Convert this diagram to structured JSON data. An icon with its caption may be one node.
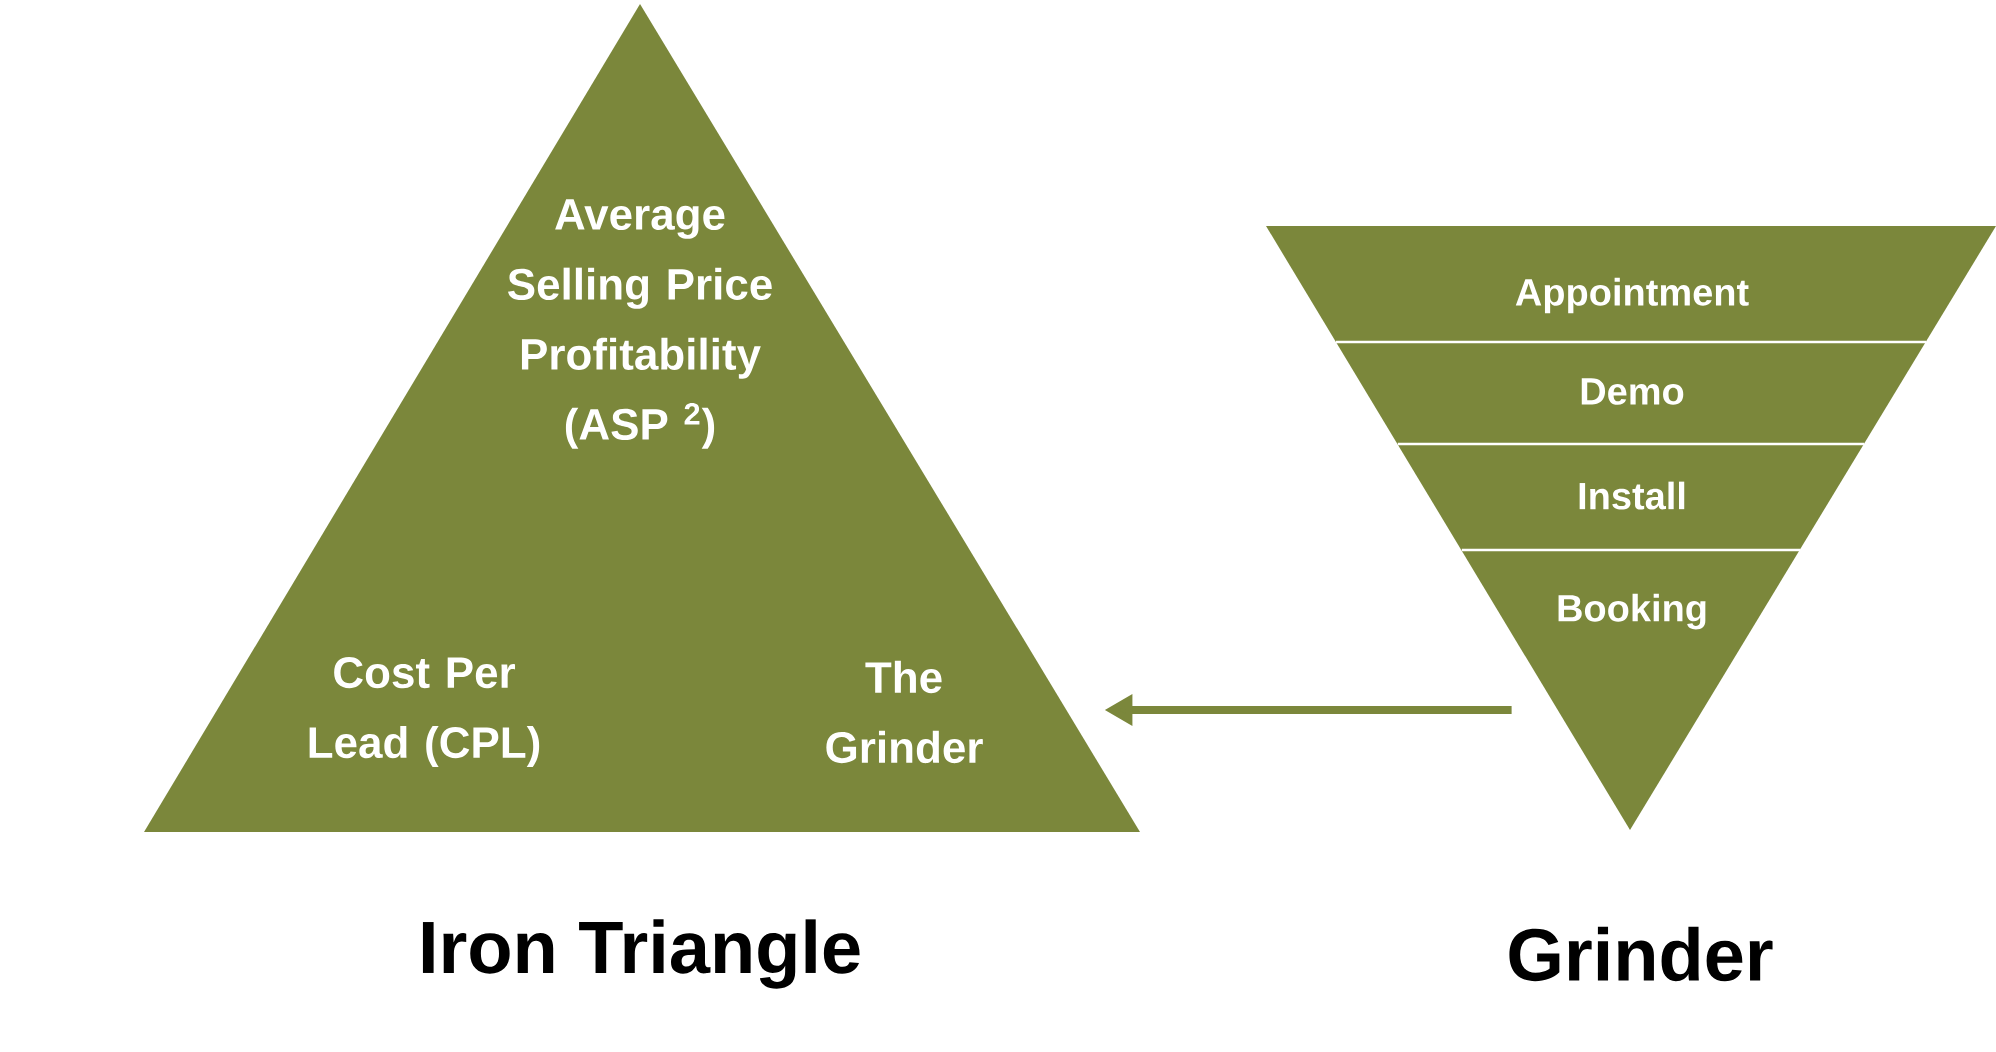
{
  "diagram": {
    "nodes": [
      {
        "text": [
          "Average Selling Price Profitability (ASP $^{2}$)",
          "Cost Per Lead (CPL)",
          "The Grinder"
        ],
        "beside": [
          "Iron Triangle"
        ]
      },
      {
        "text": [],
        "shape": "triangle",
        "beside": [
          "Grinder"
        ]
      },
      {
        "text": [
          "Appointment"
        ],
        "in": 1
      },
      {
        "text": [
          "Demo"
        ],
        "in": 1
      },
      {
        "text": [
          "Install"
        ],
        "in": 1
      },
      {
        "text": [
          "Booking"
        ],
        "in": 1
      }
    ],
    "edges": [
      {
        "from": 1,
        "to": 0,
        "arrow": "to"
      }
    ]
  }
}
